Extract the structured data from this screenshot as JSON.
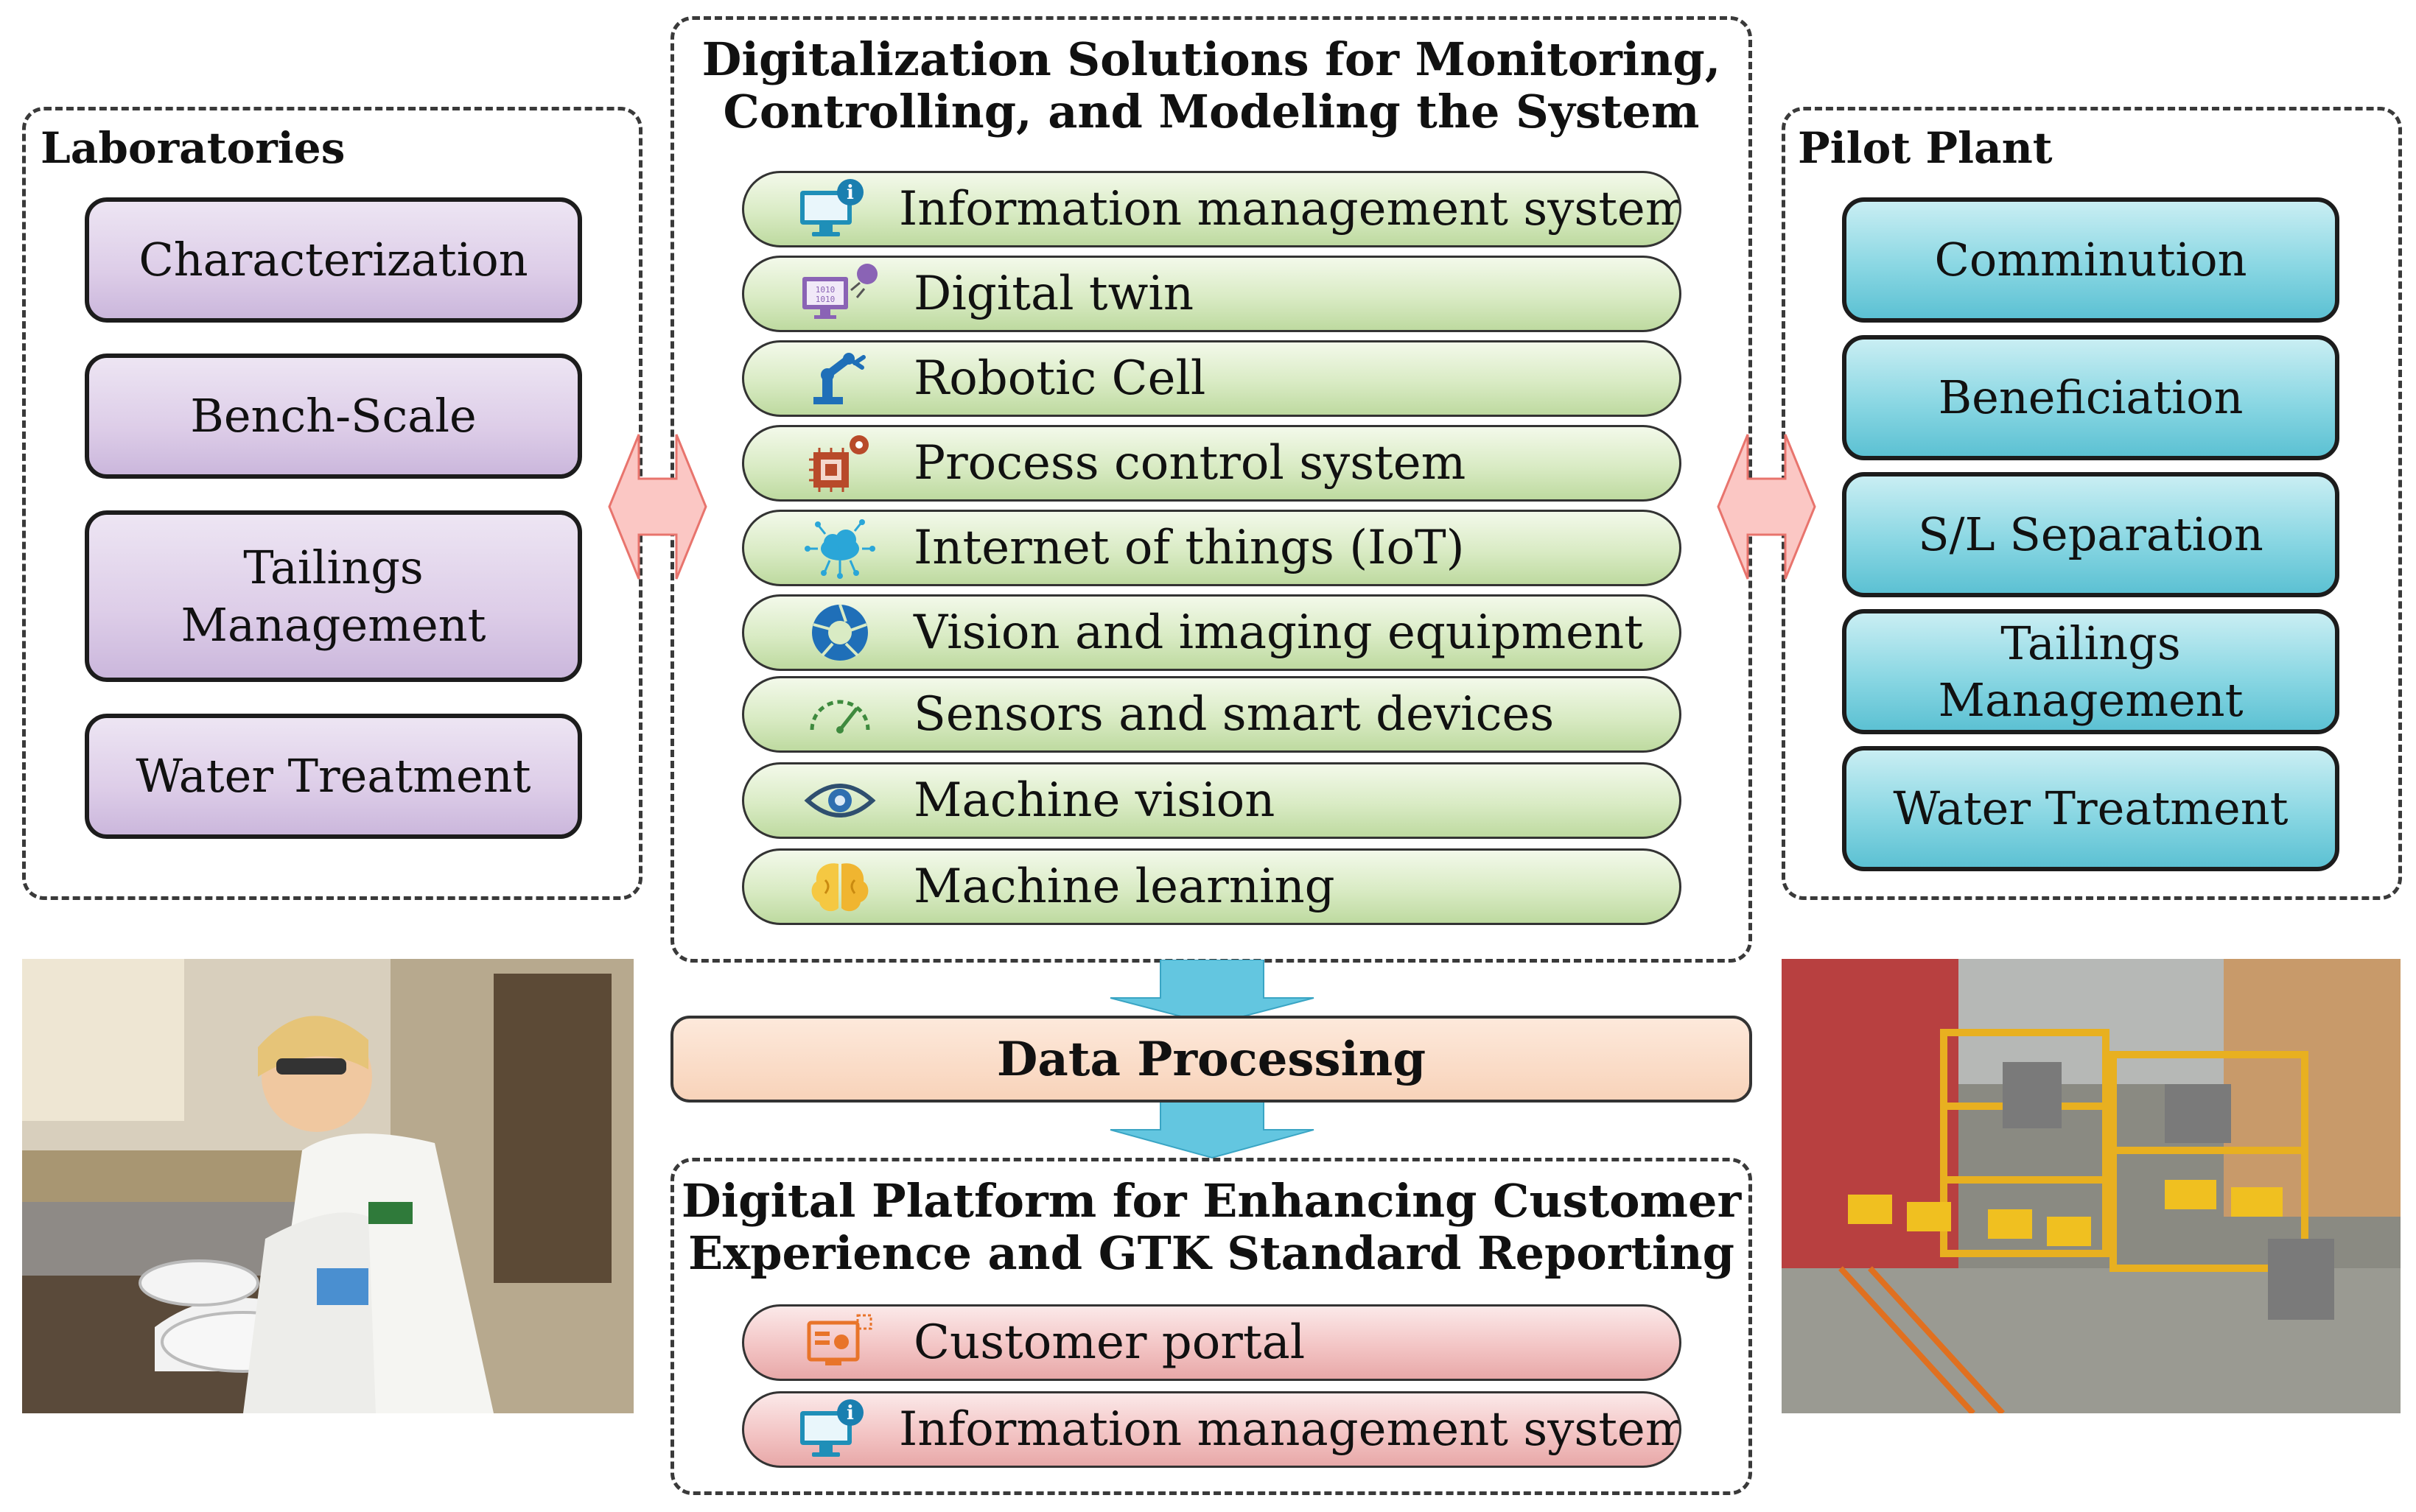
{
  "center": {
    "title": "Digitalization Solutions for Monitoring,\nControlling, and Modeling the System",
    "items": [
      {
        "label": "Information management system",
        "icon": "monitor-info-icon"
      },
      {
        "label": "Digital twin",
        "icon": "digital-twin-icon"
      },
      {
        "label": "Robotic Cell",
        "icon": "robot-arm-icon"
      },
      {
        "label": "Process control system",
        "icon": "chip-gear-icon"
      },
      {
        "label": "Internet of things (IoT)",
        "icon": "iot-cloud-icon"
      },
      {
        "label": "Vision and imaging equipment",
        "icon": "camera-aperture-icon"
      },
      {
        "label": "Sensors and smart devices",
        "icon": "gauge-icon"
      },
      {
        "label": "Machine vision",
        "icon": "eye-icon"
      },
      {
        "label": "Machine learning",
        "icon": "brain-icon"
      }
    ]
  },
  "laboratories": {
    "title": "Laboratories",
    "items": [
      "Characterization",
      "Bench-Scale",
      "Tailings\nManagement",
      "Water Treatment"
    ]
  },
  "pilot_plant": {
    "title": "Pilot Plant",
    "items": [
      "Comminution",
      "Beneficiation",
      "S/L Separation",
      "Tailings\nManagement",
      "Water Treatment"
    ]
  },
  "data_processing": {
    "label": "Data Processing"
  },
  "platform": {
    "title": "Digital Platform for Enhancing Customer\nExperience and GTK Standard Reporting",
    "items": [
      {
        "label": "Customer portal",
        "icon": "portal-icon"
      },
      {
        "label": "Information management system",
        "icon": "monitor-info-icon"
      }
    ]
  },
  "colors": {
    "lab_box": "#ddcde8",
    "pilot_box": "#8ad7e3",
    "green_pill": "#d9ebc4",
    "pink_pill": "#f3c5c5",
    "data_processing": "#f8d3ba",
    "flow_arrow": "#5cc1d3",
    "double_arrow": "#f4a6a2"
  }
}
